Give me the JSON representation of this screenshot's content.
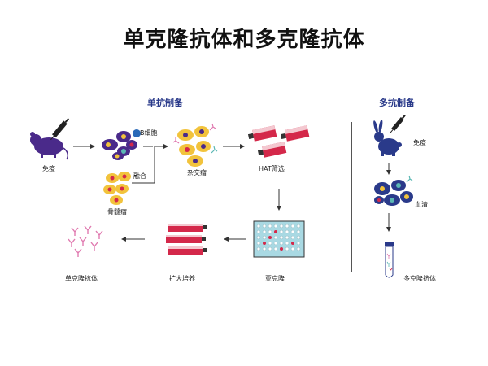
{
  "title": "单克隆抗体和多克隆抗体",
  "monoclonal": {
    "heading": "单抗制备",
    "labels": {
      "immunize": "免疫",
      "b_cells": "B细胞",
      "fusion": "融合",
      "myeloma": "骨髓瘤",
      "hybridoma": "杂交瘤",
      "hat_selection": "HAT筛选",
      "subclone": "亚克隆",
      "expansion": "扩大培养",
      "mab": "单克隆抗体"
    }
  },
  "polyclonal": {
    "heading": "多抗制备",
    "labels": {
      "immunize": "免疫",
      "serum": "血清",
      "pab": "多克隆抗体"
    }
  },
  "icons": [
    "mouse-icon",
    "syringe-icon",
    "rabbit-icon",
    "cell-cluster-icon",
    "flask-icon",
    "well-plate-icon",
    "antibody-icon",
    "test-tube-icon"
  ],
  "colors": {
    "purple": "#4a2a8a",
    "yellow": "#f2c33c",
    "red": "#d4284a",
    "navy": "#2a3a8a",
    "teal": "#5bb8b4",
    "pink": "#e07ab0"
  }
}
